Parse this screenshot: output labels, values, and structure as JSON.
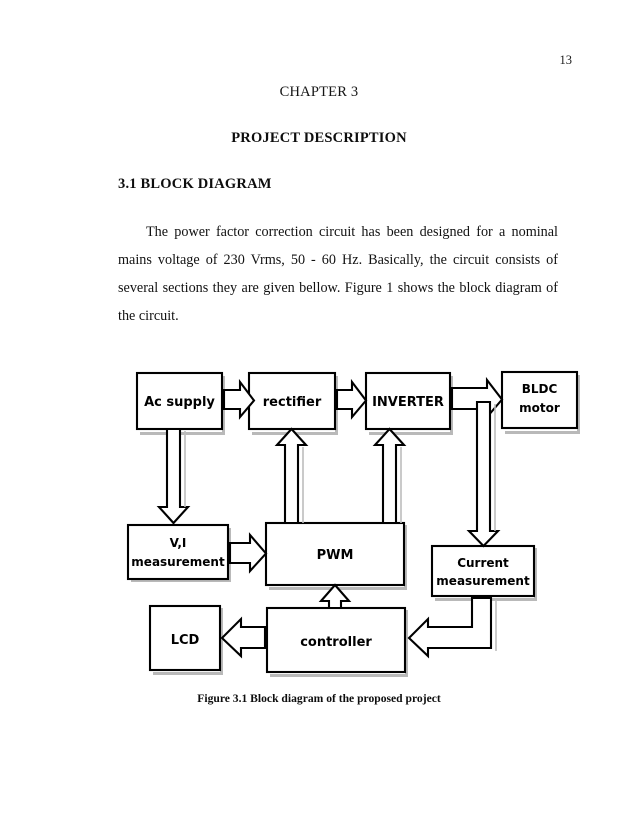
{
  "page": {
    "number": "13",
    "chapter_title": "CHAPTER 3",
    "doc_title": "PROJECT DESCRIPTION",
    "section_heading": "3.1 BLOCK DIAGRAM",
    "paragraph": "The power factor correction circuit has been designed for a nominal mains voltage of 230 Vrms, 50 - 60 Hz. Basically, the circuit consists of several sections they are given bellow. Figure 1 shows the block diagram of the circuit.",
    "figure_caption": "Figure 3.1  Block diagram of the proposed project"
  },
  "diagram": {
    "blocks": {
      "ac_supply": "Ac supply",
      "rectifier": "rectifier",
      "inverter": "INVERTER",
      "bldc_line1": "BLDC",
      "bldc_line2": "motor",
      "vi_line1": "V,I",
      "vi_line2": "measurement",
      "pwm": "PWM",
      "current_line1": "Current",
      "current_line2": "measurement",
      "lcd": "LCD",
      "controller": "controller"
    },
    "colors": {
      "stroke": "#000000",
      "fill": "#ffffff",
      "shadow": "#b9b9b9"
    }
  }
}
